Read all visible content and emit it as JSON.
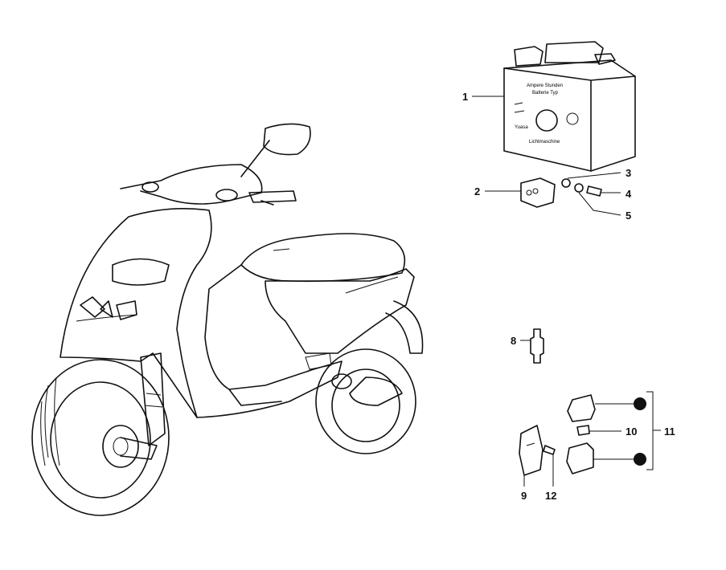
{
  "diagram": {
    "line_color": "#111111",
    "background": "#ffffff",
    "labels": [
      "1",
      "2",
      "3",
      "4",
      "5",
      "8",
      "9",
      "10",
      "11",
      "12"
    ],
    "battery_markings": [
      "Ampere Stunden",
      "Batterie Typ",
      "Lichtmaschine",
      "Yuasa"
    ]
  }
}
